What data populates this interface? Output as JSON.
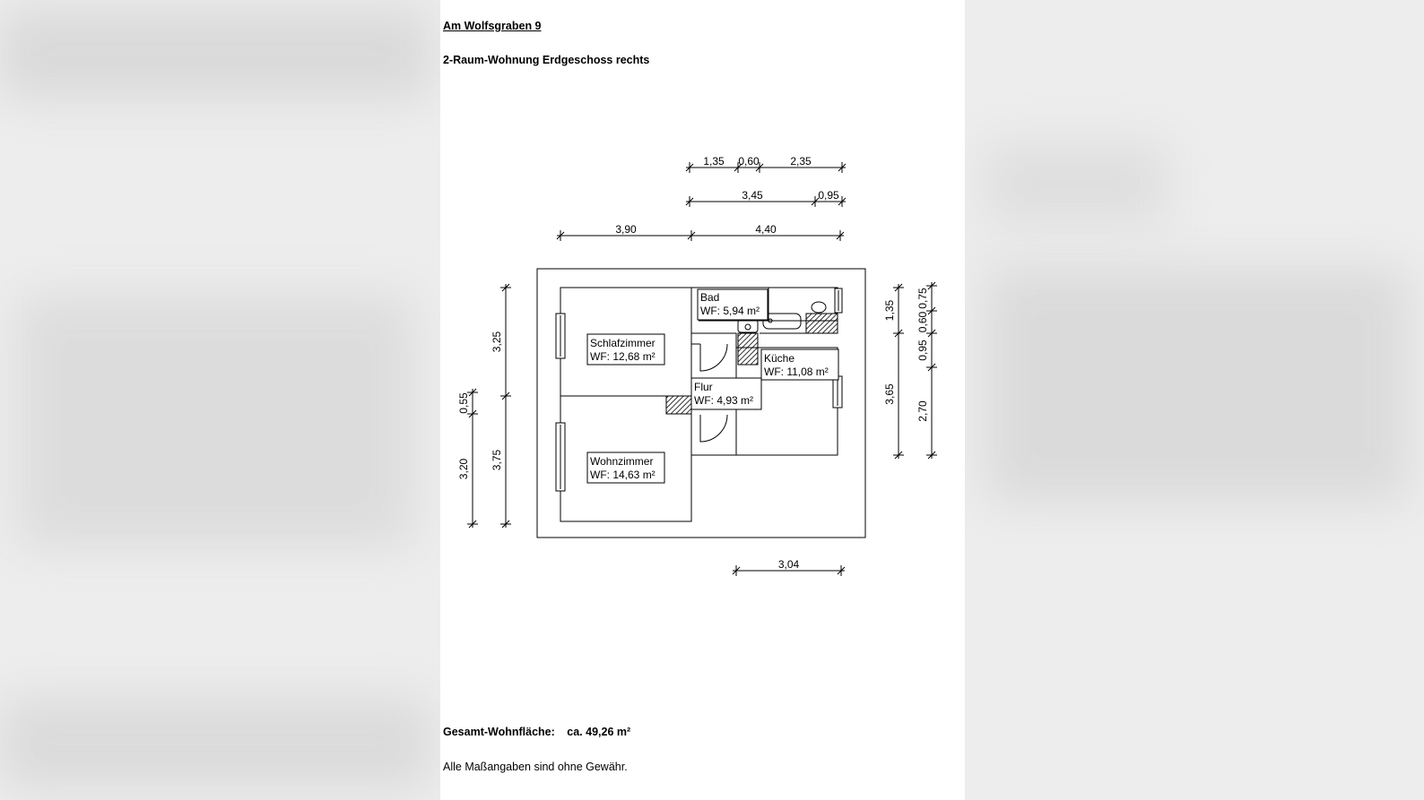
{
  "header": {
    "address": "Am Wolfsgraben 9",
    "unit": "2-Raum-Wohnung Erdgeschoss rechts"
  },
  "footer": {
    "total_label": "Gesamt-Wohnfläche:",
    "total_value": "ca. 49,26 m²",
    "disclaimer": "Alle Maßangaben sind ohne Gewähr."
  },
  "rooms": {
    "schlafzimmer": {
      "name": "Schlafzimmer",
      "area": "WF: 12,68 m²"
    },
    "wohnzimmer": {
      "name": "Wohnzimmer",
      "area": "WF: 14,63 m²"
    },
    "bad": {
      "name": "Bad",
      "area": "WF: 5,94 m²"
    },
    "kueche": {
      "name": "Küche",
      "area": "WF: 11,08 m²"
    },
    "flur": {
      "name": "Flur",
      "area": "WF: 4,93 m²"
    }
  },
  "dimensions": {
    "top_row1": [
      "1,35",
      "0,60",
      "2,35"
    ],
    "top_row2": [
      "3,45",
      "0,95"
    ],
    "top_row3": [
      "3,90",
      "4,40"
    ],
    "bottom": "3,04",
    "left_outer": [
      "0,55",
      "3,20"
    ],
    "left_inner": [
      "3,25",
      "3,75"
    ],
    "right_inner": [
      "1,35",
      "3,65"
    ],
    "right_outer": [
      "0,75",
      "0,60",
      "0,95",
      "2,70"
    ]
  },
  "colors": {
    "background": "#ededed",
    "sheet": "#ffffff",
    "ink": "#000000"
  }
}
